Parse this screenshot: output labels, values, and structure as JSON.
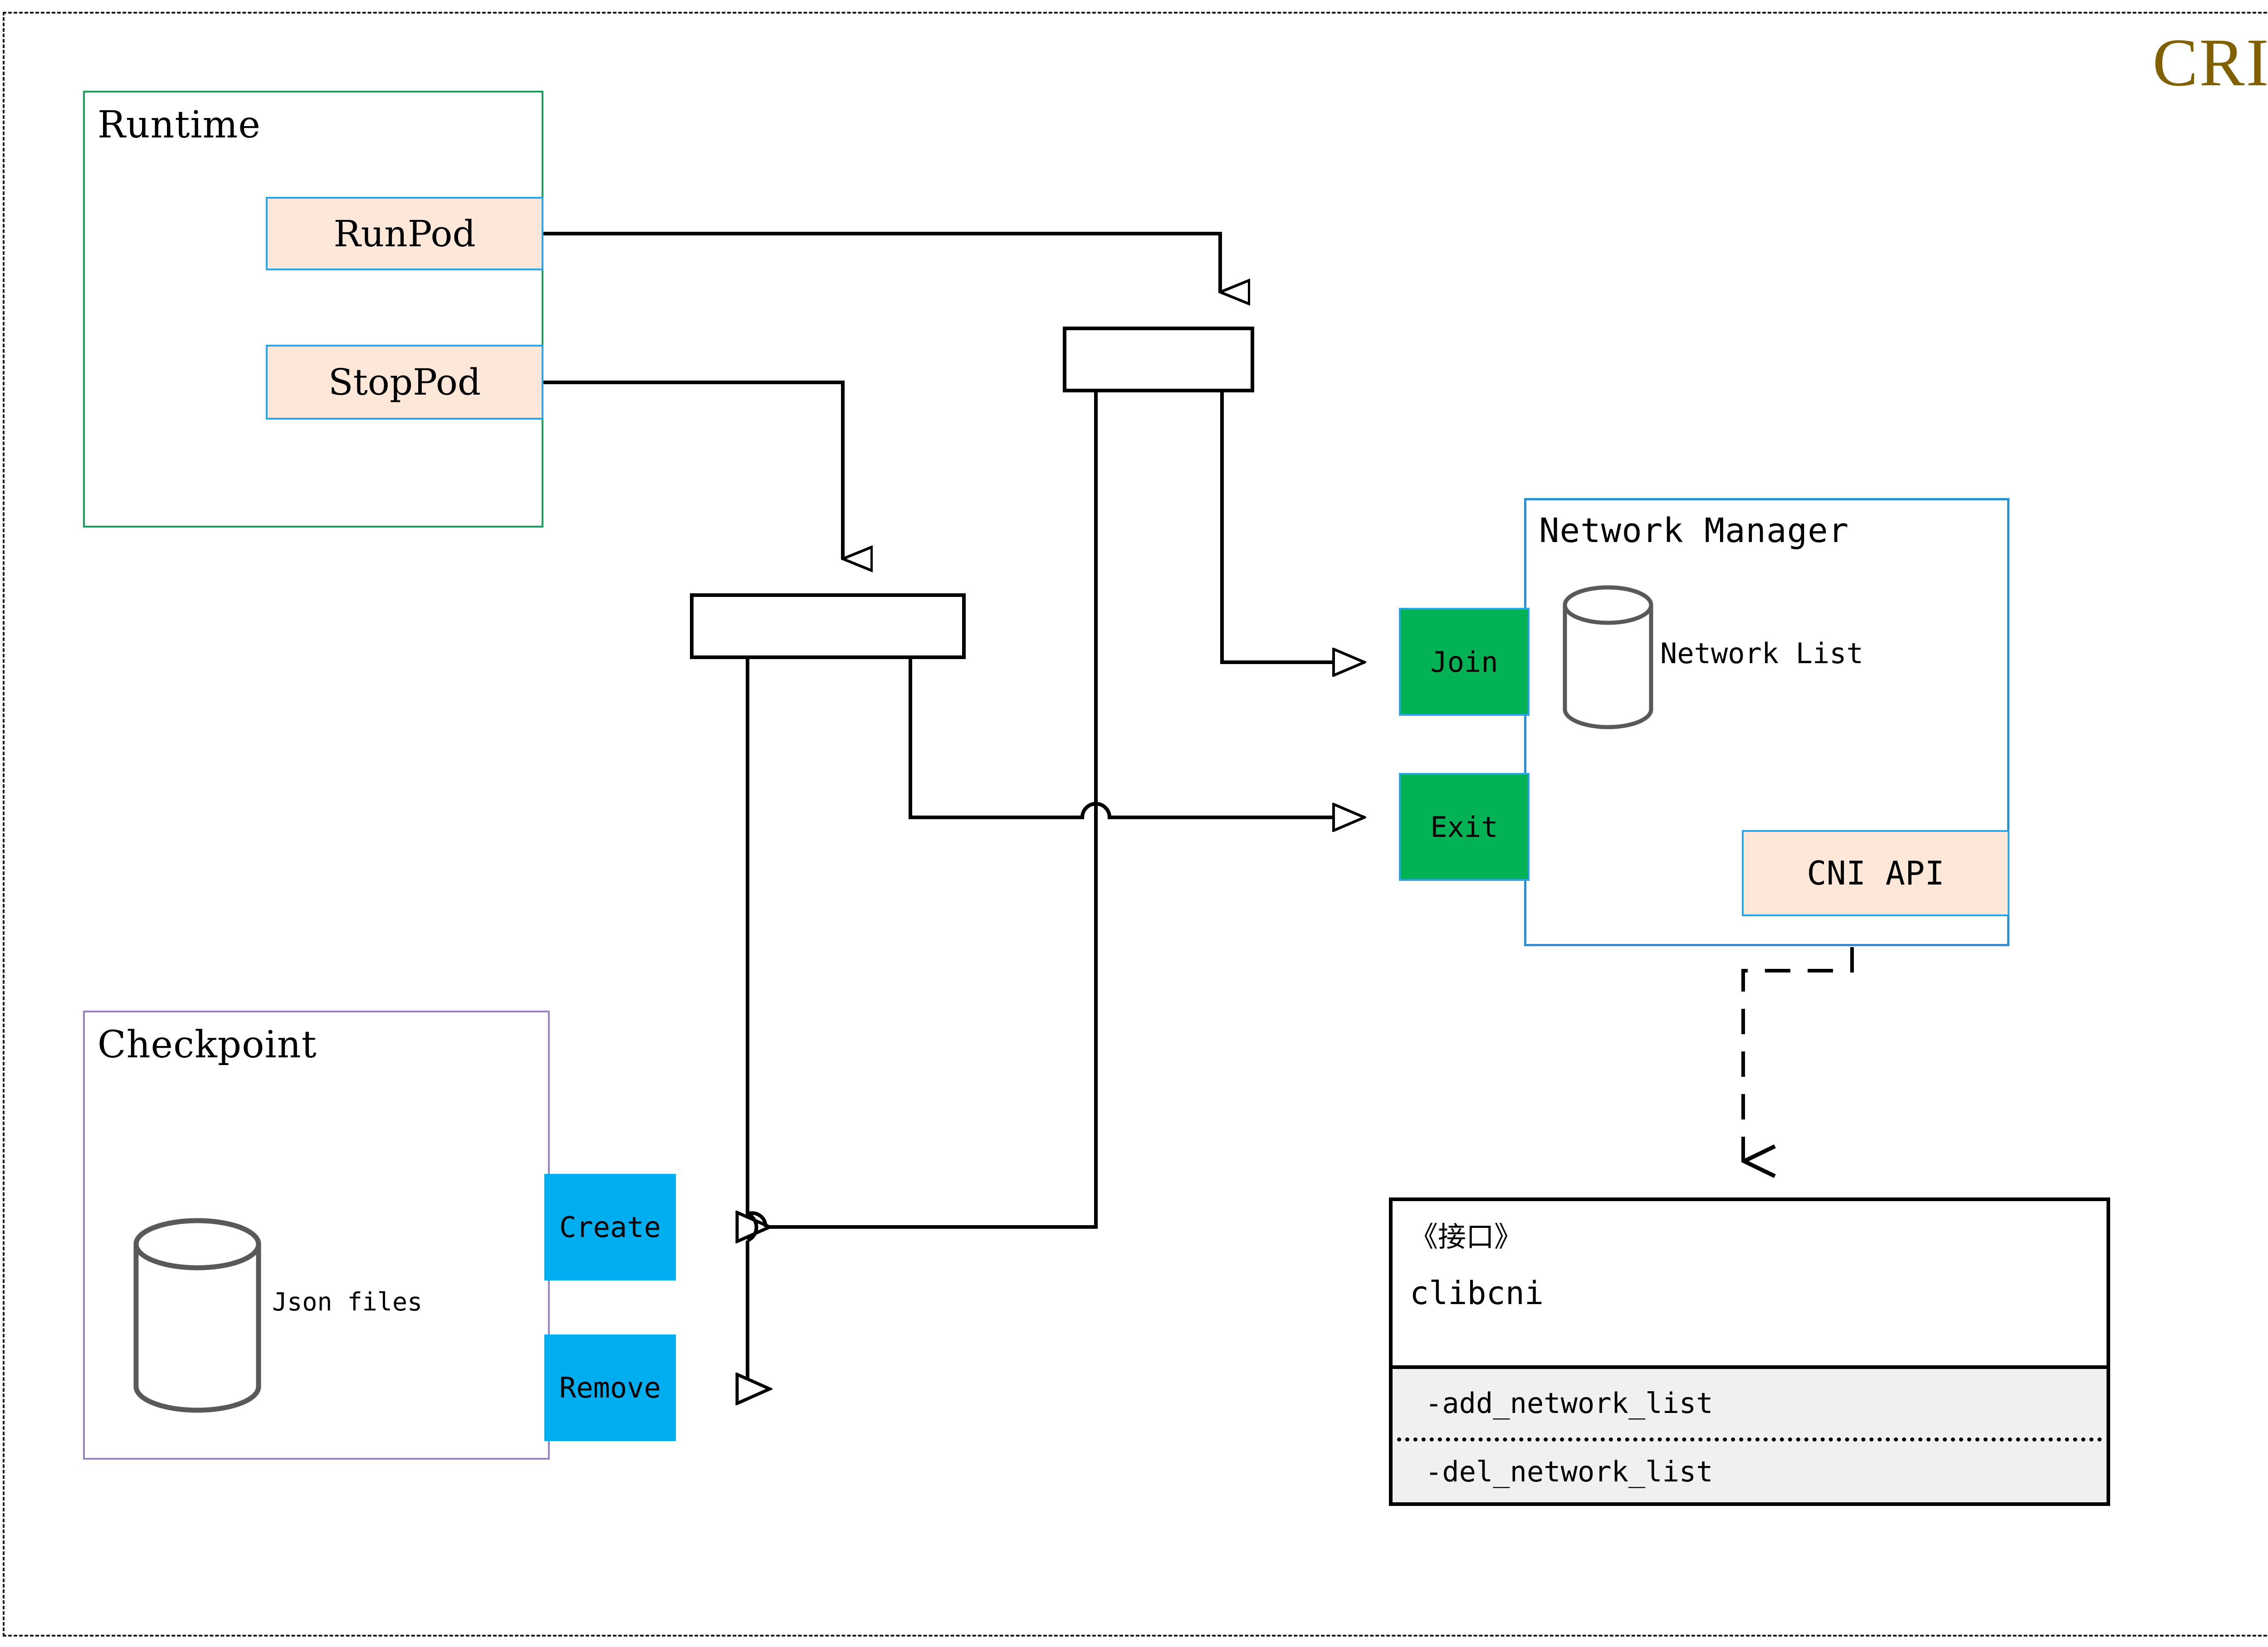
{
  "diagram": {
    "title": "CRI",
    "title_color": "#806000"
  },
  "groups": {
    "runtime": {
      "title": "Runtime",
      "border_color": "#19A05B"
    },
    "checkpoint": {
      "title": "Checkpoint",
      "border_color": "#9A84BF"
    },
    "network_manager": {
      "title": "Network Manager",
      "border_color": "#2B8FD6"
    }
  },
  "operations": {
    "runpod": "RunPod",
    "stoppod": "StopPod",
    "cni_api": "CNI API",
    "fill_color": "#FCE7D8",
    "border_color": "#2BA4E8"
  },
  "ports": {
    "join": "Join",
    "exit": "Exit",
    "create": "Create",
    "remove": "Remove",
    "green_color": "#02B254",
    "cyan_color": "#00AEEF"
  },
  "stores": {
    "network_list": "Network List",
    "json_files": "Json files",
    "stroke_color": "#595959"
  },
  "interface": {
    "stereotype": "《接口》",
    "name": "clibcni",
    "operations": [
      "-add_network_list",
      "-del_network_list"
    ]
  },
  "flows": [
    {
      "from": "RunPod",
      "to": "fork-top",
      "style": "solid"
    },
    {
      "from": "StopPod",
      "to": "fork-bottom",
      "style": "solid"
    },
    {
      "from": "fork-top",
      "to": "Join",
      "style": "solid"
    },
    {
      "from": "fork-top",
      "to": "Create",
      "style": "solid"
    },
    {
      "from": "fork-bottom",
      "to": "Exit",
      "style": "solid"
    },
    {
      "from": "fork-bottom",
      "to": "Remove",
      "style": "solid"
    },
    {
      "from": "CNI API",
      "to": "clibcni",
      "style": "dashed"
    }
  ]
}
